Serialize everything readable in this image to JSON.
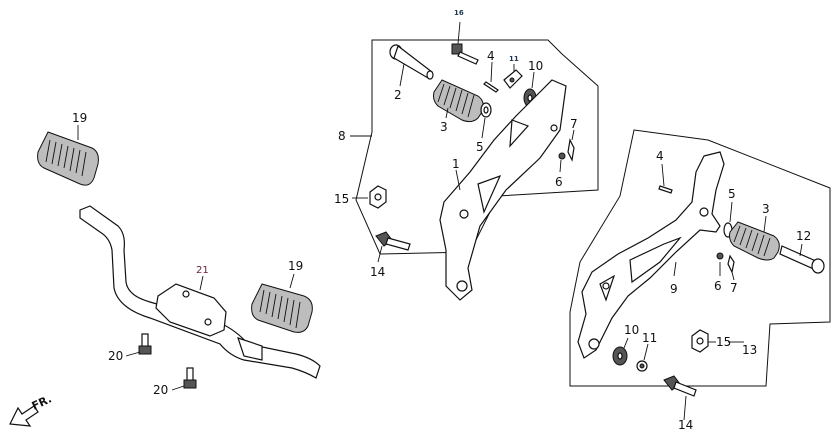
{
  "callouts": {
    "c1": "1",
    "c2": "2",
    "c3_left": "3",
    "c3_right": "3",
    "c4_left": "4",
    "c4_right": "4",
    "c5_left": "5",
    "c5_right": "5",
    "c6_left": "6",
    "c6_right": "6",
    "c7_left": "7",
    "c7_right": "7",
    "c8": "8",
    "c9": "9",
    "c10_left": "10",
    "c10_right": "10",
    "c11_left": "11",
    "c11_right": "11",
    "c12": "12",
    "c13": "13",
    "c14_left": "14",
    "c14_right": "14",
    "c15_left": "15",
    "c15_right": "15",
    "c16": "16",
    "c19_top": "19",
    "c19_bottom": "19",
    "c20_top": "20",
    "c20_bottom": "20",
    "c21": "21"
  },
  "direction": {
    "label": "FR."
  }
}
